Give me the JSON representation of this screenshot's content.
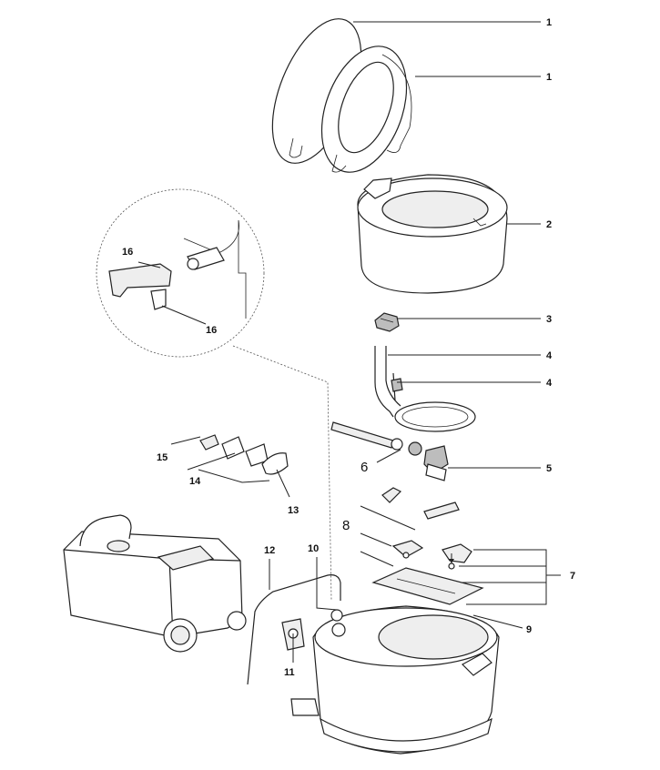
{
  "diagram": {
    "callouts": [
      {
        "id": "c1a",
        "label": "1"
      },
      {
        "id": "c1b",
        "label": "1"
      },
      {
        "id": "c2",
        "label": "2"
      },
      {
        "id": "c3",
        "label": "3"
      },
      {
        "id": "c4a",
        "label": "4"
      },
      {
        "id": "c4b",
        "label": "4"
      },
      {
        "id": "c5",
        "label": "5"
      },
      {
        "id": "c6",
        "label": "6"
      },
      {
        "id": "c7",
        "label": "7"
      },
      {
        "id": "c8",
        "label": "8"
      },
      {
        "id": "c9",
        "label": "9"
      },
      {
        "id": "c10",
        "label": "10"
      },
      {
        "id": "c11",
        "label": "11"
      },
      {
        "id": "c12",
        "label": "12"
      },
      {
        "id": "c13",
        "label": "13"
      },
      {
        "id": "c14",
        "label": "14"
      },
      {
        "id": "c15",
        "label": "15"
      },
      {
        "id": "c16a",
        "label": "16"
      },
      {
        "id": "c16b",
        "label": "16"
      }
    ]
  }
}
